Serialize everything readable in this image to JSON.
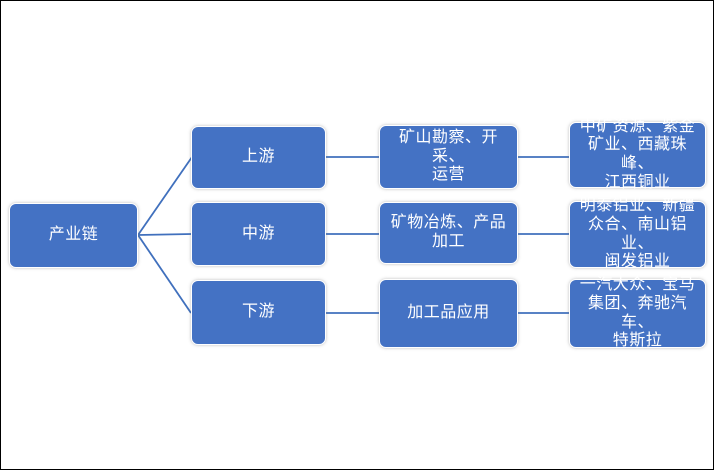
{
  "page": {
    "background": "#FFFFFF",
    "frame_border": "#000000"
  },
  "diagram": {
    "type": "industry-chain-flowchart",
    "box_fill": "#4472C4",
    "box_text_color": "#FFFFFF",
    "connector_color": "#4070BD",
    "root_label": "产业链",
    "rows": [
      {
        "stage": "上游",
        "activity": "矿山勘察、开采、\n运营",
        "companies": "中矿资源、紫金\n矿业、西藏珠峰、\n江西铜业"
      },
      {
        "stage": "中游",
        "activity": "矿物冶炼、产品\n加工",
        "companies": "明泰铝业、新疆\n众合、南山铝业、\n闽发铝业"
      },
      {
        "stage": "下游",
        "activity": "加工品应用",
        "companies": "一汽大众、宝马\n集团、奔驰汽车、\n特斯拉"
      }
    ]
  }
}
